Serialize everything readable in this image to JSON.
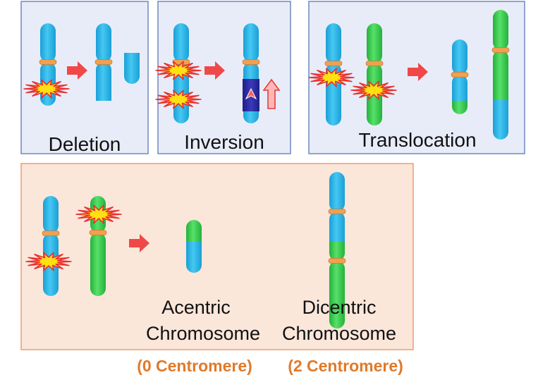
{
  "panels": {
    "deletion": {
      "label": "Deletion"
    },
    "inversion": {
      "label": "Inversion"
    },
    "translocation": {
      "label": "Translocation"
    },
    "acentric_dicentric": {
      "acentric_label_line1": "Acentric",
      "acentric_label_line2": "Chromosome",
      "dicentric_label_line1": "Dicentric",
      "dicentric_label_line2": "Chromosome"
    }
  },
  "footer": {
    "acentric_note": "(0 Centromere)",
    "dicentric_note": "(2 Centromere)"
  },
  "colors": {
    "blue_chromosome": "#2fbce8",
    "green_chromosome": "#3fd456",
    "centromere": "#f0a050",
    "arrow": "#f04848",
    "break_burst": "#ffe010",
    "inverted_segment": "#2a2aa0",
    "top_panel_bg": "#e8ecf8",
    "top_panel_border": "#5a78b8",
    "bottom_panel_bg": "#fbe6da",
    "bottom_panel_border": "#e89060",
    "footer_text": "#e07a2a"
  },
  "icons": [
    "break-burst-icon",
    "arrow-right-icon",
    "arrow-up-icon"
  ]
}
